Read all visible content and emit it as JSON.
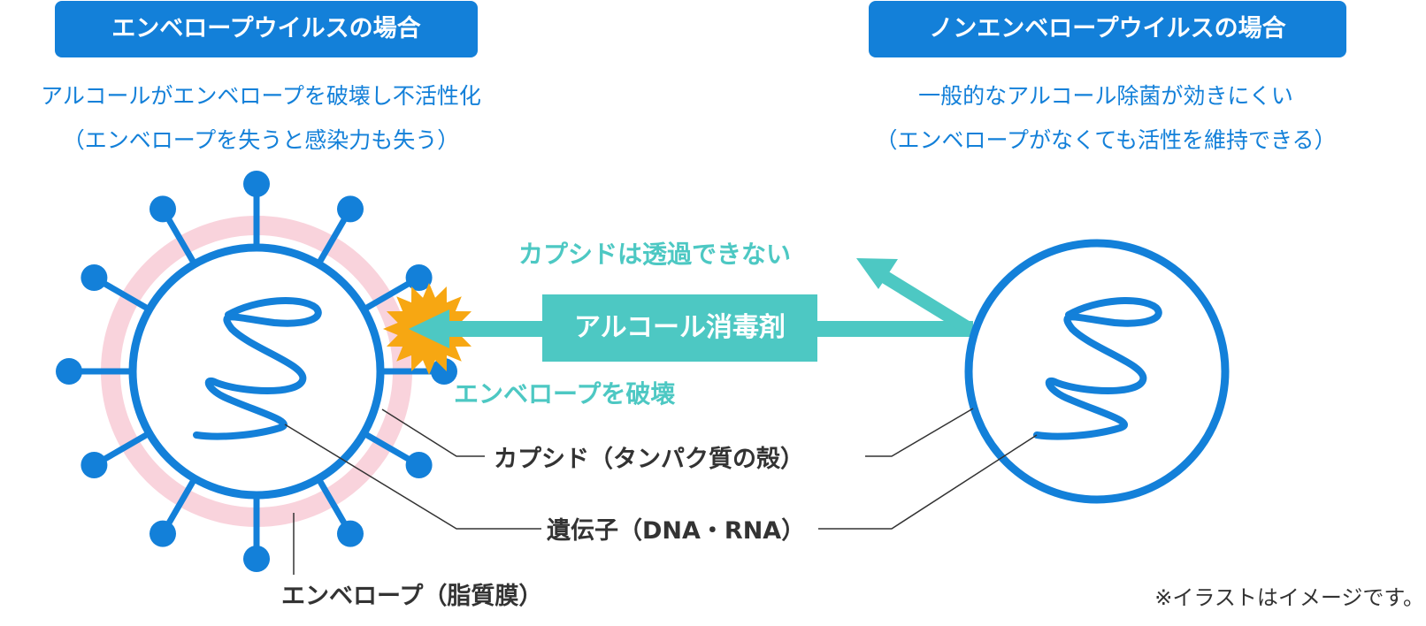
{
  "left": {
    "badge": "エンベロープウイルスの場合",
    "desc_line1": "アルコールがエンベロープを破壊し不活性化",
    "desc_line2": "（エンベロープを失うと感染力も失う）"
  },
  "right": {
    "badge": "ノンエンベロープウイルスの場合",
    "desc_line1": "一般的なアルコール除菌が効きにくい",
    "desc_line2": "（エンベロープがなくても活性を維持できる）"
  },
  "arrow": {
    "label": "アルコール消毒剤",
    "no_pass": "カプシドは透過できない",
    "destroy": "エンベロープを破壊"
  },
  "labels": {
    "capsid": "カプシド（タンパク質の殻）",
    "gene": "遺伝子（DNA・RNA）",
    "envelope": "エンベロープ（脂質膜）"
  },
  "note": "※イラストはイメージです。",
  "colors": {
    "blue": "#1380d9",
    "teal": "#4dc8c3",
    "pink": "#f9d3dc",
    "burst": "#f7a712",
    "line": "#333333"
  }
}
